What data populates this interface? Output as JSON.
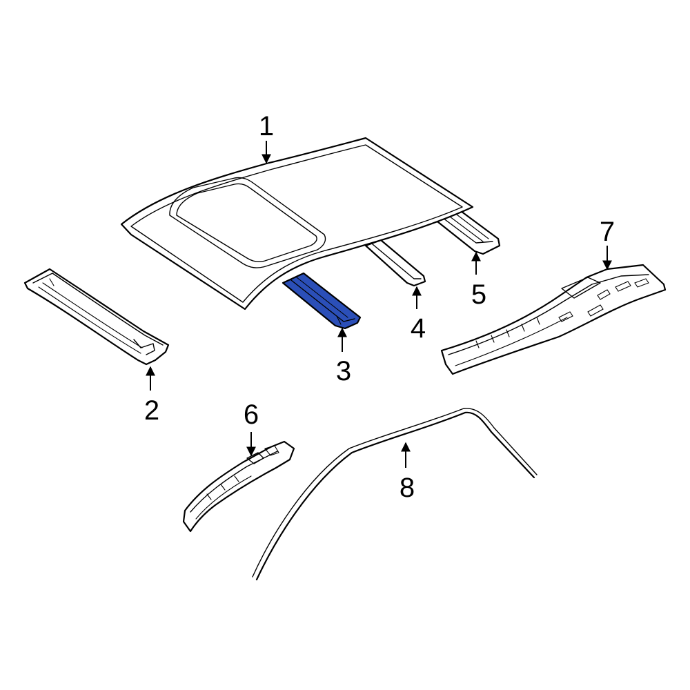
{
  "diagram": {
    "highlight_color": "#2b4fb8",
    "line_color": "#000000",
    "background": "#ffffff",
    "callouts": [
      {
        "id": "1",
        "label": "1"
      },
      {
        "id": "2",
        "label": "2"
      },
      {
        "id": "3",
        "label": "3"
      },
      {
        "id": "4",
        "label": "4"
      },
      {
        "id": "5",
        "label": "5"
      },
      {
        "id": "6",
        "label": "6"
      },
      {
        "id": "7",
        "label": "7"
      },
      {
        "id": "8",
        "label": "8"
      }
    ],
    "highlighted_part": "3"
  }
}
